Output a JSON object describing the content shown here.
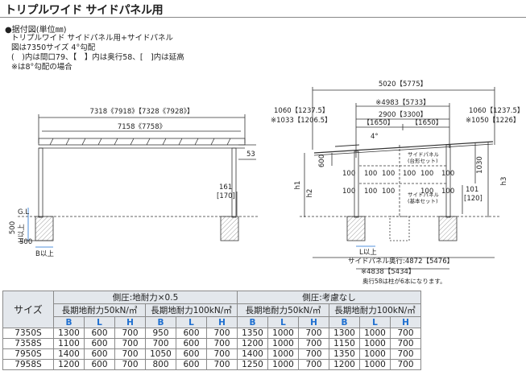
{
  "title": "トリプルワイド サイドパネル用",
  "figure": {
    "heading": "●据付図(単位㎜)",
    "notes": [
      "トリプルワイド サイドパネル用+サイドパネル",
      "図は7350サイズ 4°勾配",
      "(　)内は間口79、【　】内は奥行58、[　]内は延高",
      "※は8°勾配の場合"
    ]
  },
  "front_view": {
    "overall_width": "7318《7918》【7328《7928》】",
    "beam_width": "7158《7758》",
    "eave_dim": "53",
    "height_label": "161",
    "height_label_ext": "[170]",
    "gl": "G.L",
    "depth_label": "500",
    "h_label": "H以上",
    "b_label": "B以上",
    "dim_300": "300"
  },
  "side_view": {
    "overall": "5020【5775】",
    "span_8deg": "※4983【5733】",
    "span": "2900【3300】",
    "seg_left": "【1650】",
    "seg_right": "【1650】",
    "left_over": "1060【1237.5】",
    "left_over_8deg": "※1033【1206.5】",
    "right_over": "1060【1237.5】",
    "right_over_8deg": "※1050【1226】",
    "angle": "4°",
    "panel_upper": "サイドパネル\n(台形セット)",
    "panel_lower": "サイドパネル\n(基本セット)",
    "dim_600": "600",
    "dim_1030": "1030",
    "h1": "h1",
    "h2": "h2",
    "h3": "h3",
    "dims_100": [
      "100",
      "100",
      "100",
      "100",
      "100",
      "100"
    ],
    "dims_100b": [
      "100",
      "100",
      "100",
      "100",
      "100"
    ],
    "dim_101": "101",
    "dim_120": "[120]",
    "l_label": "L以上",
    "panel_depth": "サイドパネル奥行:4872【5476】",
    "bottom_8deg": "※4838【5434】",
    "footnote": "奥行58は柱が6本になります。"
  },
  "table": {
    "size_header": "サイズ",
    "groups": [
      "側圧:地耐力×0.5",
      "側圧:考慮なし"
    ],
    "subgroups": [
      "長期地耐力50kN/㎡",
      "長期地耐力100kN/㎡",
      "長期地耐力50kN/㎡",
      "長期地耐力100kN/㎡"
    ],
    "cols": [
      "B",
      "L",
      "H",
      "B",
      "L",
      "H",
      "B",
      "L",
      "H",
      "B",
      "L",
      "H"
    ],
    "rows": [
      {
        "size": "7350S",
        "values": [
          "1300",
          "600",
          "700",
          "950",
          "600",
          "700",
          "1350",
          "1000",
          "700",
          "1300",
          "1000",
          "700"
        ]
      },
      {
        "size": "7358S",
        "values": [
          "1100",
          "600",
          "700",
          "700",
          "600",
          "700",
          "1200",
          "1000",
          "700",
          "1150",
          "1000",
          "700"
        ]
      },
      {
        "size": "7950S",
        "values": [
          "1400",
          "600",
          "700",
          "1050",
          "600",
          "700",
          "1400",
          "1000",
          "700",
          "1350",
          "1000",
          "700"
        ]
      },
      {
        "size": "7958S",
        "values": [
          "1200",
          "600",
          "700",
          "800",
          "600",
          "700",
          "1250",
          "1000",
          "700",
          "1200",
          "1000",
          "700"
        ]
      }
    ]
  },
  "colors": {
    "accent": "#1e6fd0",
    "header_bg": "#e3e7ec",
    "line": "#333333"
  }
}
